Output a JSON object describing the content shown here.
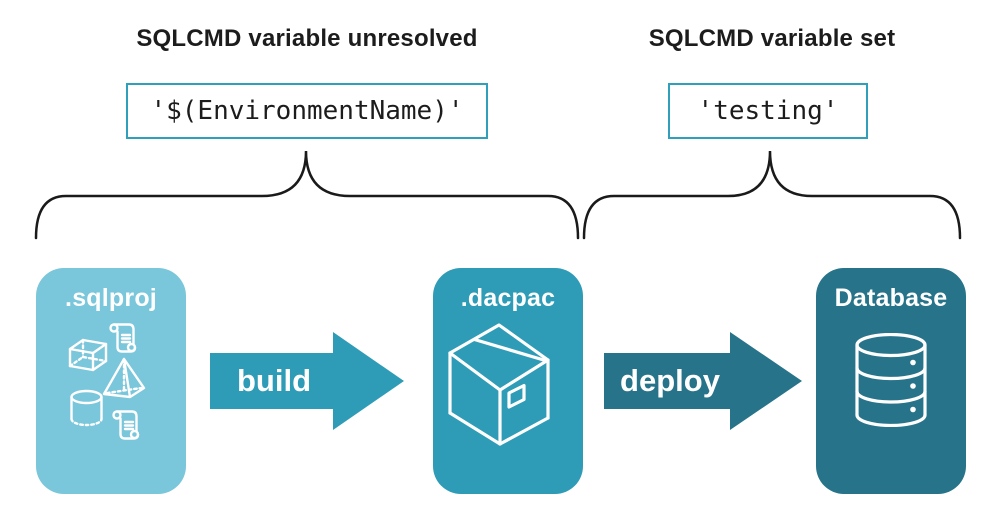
{
  "colors": {
    "sqlproj_blue": "#7AC6DB",
    "dacpac_teal": "#2E9CB7",
    "database_teal": "#27738A",
    "code_border": "#2F9FBB",
    "text_dark": "#1C1C1C",
    "icon_white": "#FFFFFF",
    "brace_black": "#1A1A1A"
  },
  "annotations": {
    "unresolved": {
      "heading": "SQLCMD variable unresolved",
      "code": "'$(EnvironmentName)'"
    },
    "set": {
      "heading": "SQLCMD variable set",
      "code": "'testing'"
    }
  },
  "pipeline": {
    "nodes": [
      {
        "label": ".sqlproj",
        "icon": "sql-project-objects"
      },
      {
        "label": ".dacpac",
        "icon": "package-box"
      },
      {
        "label": "Database",
        "icon": "database-cylinder"
      }
    ],
    "arrows": [
      {
        "label": "build"
      },
      {
        "label": "deploy"
      }
    ]
  }
}
